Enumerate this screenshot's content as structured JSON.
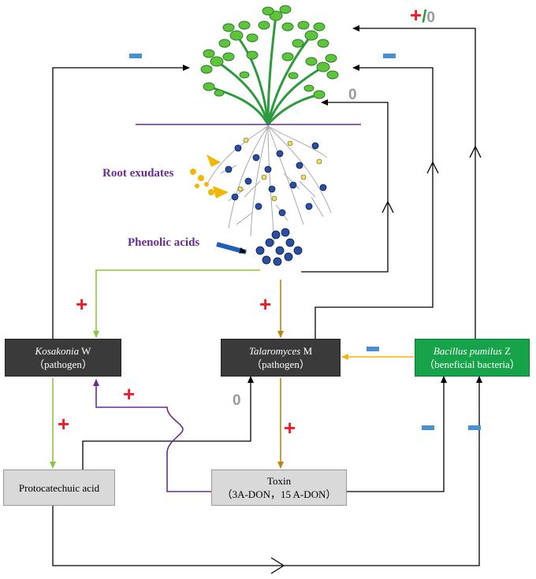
{
  "nodes": {
    "kosakonia": {
      "name_italic": "Kosakonia",
      "name_suffix": " W",
      "role": "（pathogen）"
    },
    "talaromyces": {
      "name_italic": "Talaromyces",
      "name_suffix": " M",
      "role": "（pathogen）"
    },
    "bacillus": {
      "name_italic": "Bacillus pumilus",
      "name_suffix": " Z",
      "role": "（beneficial bacteria）"
    },
    "protocatechuic": {
      "label": "Protocatechuic acid"
    },
    "toxin": {
      "label": "Toxin",
      "detail": "（3A-DON，15 A-DON）"
    }
  },
  "labels": {
    "root_exudates": "Root exudates",
    "phenolic_acids": "Phenolic acids"
  },
  "signs": {
    "plus": "+",
    "zero": "0",
    "top_right_plus": "+",
    "top_right_slash": "/",
    "top_right_zero": "0"
  },
  "colors": {
    "black_edge": "#000000",
    "green_edge": "#8cc63f",
    "brown_edge": "#b8860b",
    "orange_edge": "#f2b705",
    "purple_edge": "#6a2c91",
    "minus_blue": "#4a90d0",
    "plus_red": "#ee1c25",
    "zero_grey": "#9a9a9a",
    "node_dark": "#3a3a3a",
    "node_green": "#17a34a",
    "node_grey": "#d9d9d9"
  },
  "icons": [
    "plant-icon",
    "root-system-icon",
    "phenolic-acid-molecules-icon",
    "exudate-droplets-icon"
  ]
}
